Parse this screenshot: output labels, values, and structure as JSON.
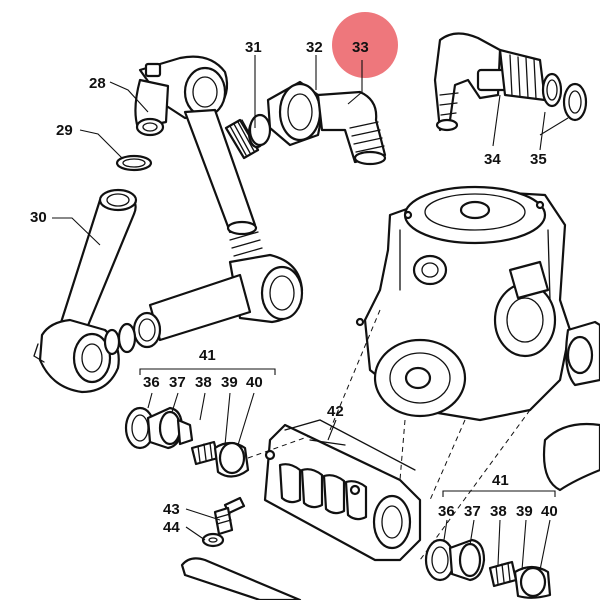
{
  "diagram": {
    "highlight_color": "#e8434a",
    "highlighted_label": "33",
    "labels": {
      "l28": "28",
      "l29": "29",
      "l30": "30",
      "l31": "31",
      "l32": "32",
      "l33": "33",
      "l34": "34",
      "l35": "35",
      "l41a": "41",
      "l36a": "36",
      "l37a": "37",
      "l38a": "38",
      "l39a": "39",
      "l40a": "40",
      "l42": "42",
      "l43": "43",
      "l44": "44",
      "l41b": "41",
      "l36b": "36",
      "l37b": "37",
      "l38b": "38",
      "l39b": "39",
      "l40b": "40"
    }
  }
}
